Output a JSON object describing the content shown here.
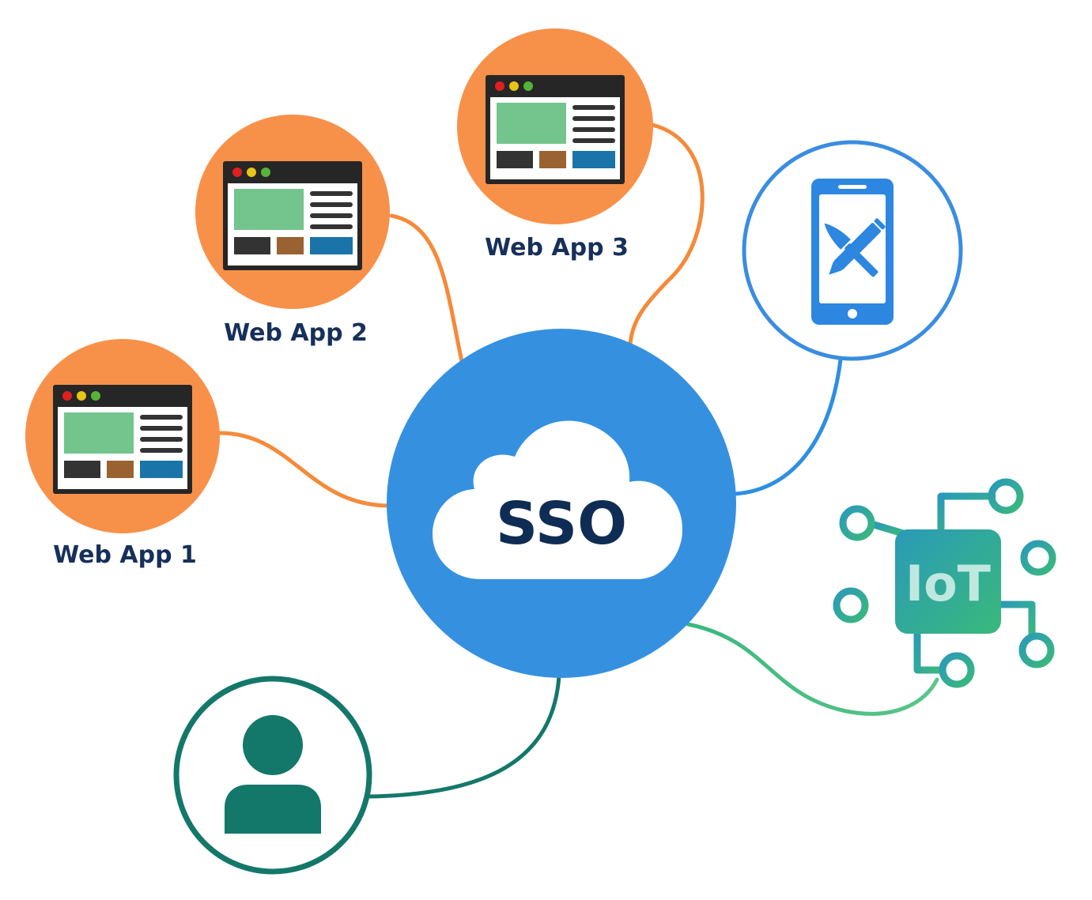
{
  "hub": {
    "label": "SSO",
    "color": "#3591e0",
    "text_color": "#0f2c55"
  },
  "apps": [
    {
      "label": "Web App 1",
      "color": "#f7914a"
    },
    {
      "label": "Web App 2",
      "color": "#f7914a"
    },
    {
      "label": "Web App 3",
      "color": "#f7914a"
    }
  ],
  "mobile": {
    "icon": "smartphone-tools-icon",
    "color": "#3a8de0"
  },
  "iot": {
    "label": "IoT",
    "icon": "circuit-chip-icon",
    "color": "#2ea793"
  },
  "user": {
    "icon": "user-icon",
    "color": "#137869"
  },
  "colors": {
    "window_frame": "#262626",
    "window_content": "#73c48d",
    "window_lines": "#333333",
    "button_dark": "#333333",
    "button_brown": "#9a6231",
    "button_blue": "#1a74aa",
    "dot_red": "#e0201e",
    "dot_yellow": "#e8c418",
    "dot_green": "#56b33a"
  }
}
